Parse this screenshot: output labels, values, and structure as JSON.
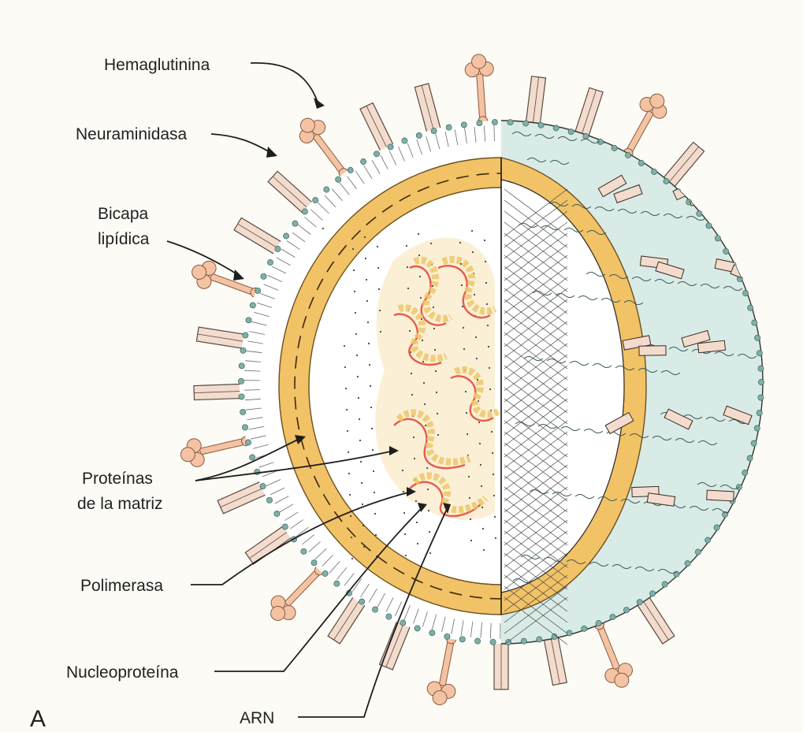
{
  "figure": {
    "panel_label": "A",
    "labels": {
      "hemagglutinin": "Hemaglutinina",
      "neuraminidase": "Neuraminidasa",
      "lipid_bilayer_1": "Bicapa",
      "lipid_bilayer_2": "lipídica",
      "matrix_1": "Proteínas",
      "matrix_2": "de la matriz",
      "polymerase": "Polimerasa",
      "nucleoprotein": "Nucleoproteína",
      "rna": "ARN"
    }
  },
  "colors": {
    "matrix_layer": "#f2c266",
    "membrane_dots": "#7fb0a8",
    "outer_surface": "#d9ebe6",
    "spike_fill": "#f3dccd",
    "hemagglutinin_knob": "#f4c3a3",
    "rna_strand": "#e85a4a",
    "nucleoprotein_bead": "#ecc76b",
    "core_tint": "#fbf0d6"
  }
}
